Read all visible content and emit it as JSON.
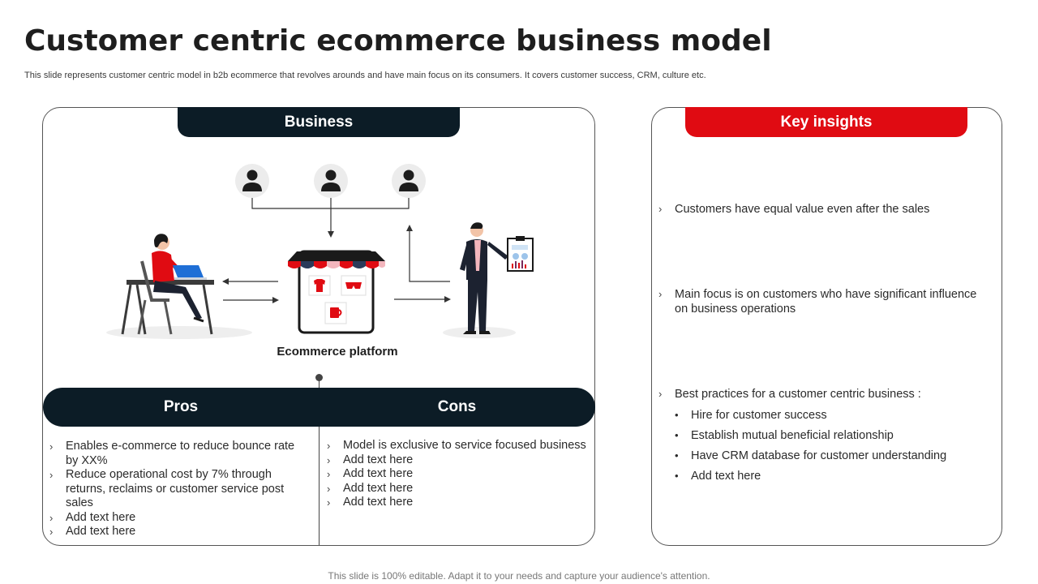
{
  "title": "Customer centric ecommerce business model",
  "subtitle": "This slide represents customer centric model in b2b ecommerce that revolves arounds and have main focus on its consumers. It covers customer success, CRM, culture etc.",
  "business": {
    "tab_label": "Business",
    "platform_label": "Ecommerce platform"
  },
  "pros": {
    "heading": "Pros",
    "items": [
      "Enables e-commerce to reduce bounce rate by XX%",
      "Reduce operational cost by 7% through returns, reclaims or customer service post sales",
      "Add text here",
      "Add text here"
    ]
  },
  "cons": {
    "heading": "Cons",
    "items": [
      "Model is exclusive to service focused business",
      "Add text here",
      "Add text here",
      "Add text here",
      "Add text here"
    ]
  },
  "insights": {
    "tab_label": "Key insights",
    "items": [
      "Customers have equal value even after the sales",
      "Main focus is on customers who have significant influence on business operations",
      "Best practices for a customer centric business :"
    ],
    "sub_items": [
      "Hire for customer success",
      "Establish mutual beneficial relationship",
      "Have CRM database for customer understanding",
      "Add text here"
    ]
  },
  "markers": {
    "chevron": "›",
    "bullet": "•"
  },
  "colors": {
    "dark": "#0c1c26",
    "accent": "#e00b12"
  },
  "icons": [
    "user-icon",
    "woman-at-laptop-illustration",
    "store-icon",
    "businessman-illustration",
    "report-clipboard-icon"
  ],
  "footer": "This slide is 100% editable. Adapt it to your needs and capture your audience's attention."
}
